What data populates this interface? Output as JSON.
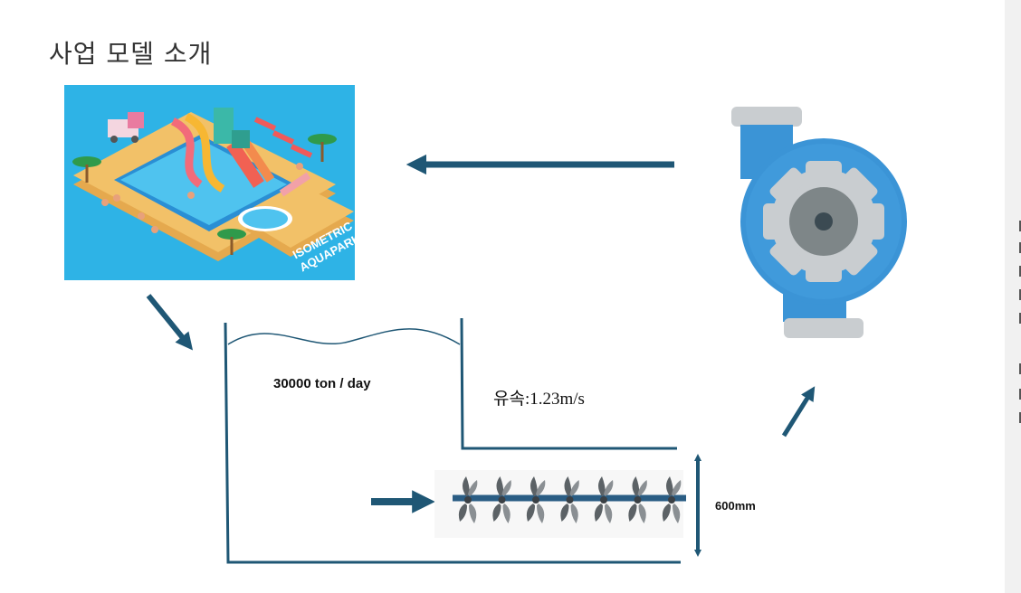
{
  "slide": {
    "title": "사업 모델 소개"
  },
  "aquapark": {
    "badge_line1": "ISOMETRIC",
    "badge_line2": "AQUAPARK"
  },
  "channel": {
    "flow_rate": "30000 ton / day",
    "velocity": "유속:1.23m/s",
    "depth": "600mm"
  },
  "colors": {
    "arrow": "#1f5775",
    "pool": "#2eb3e6",
    "sand": "#f2c168",
    "pump_body": "#3b94d6",
    "pump_gear": "#c9cdd0",
    "pump_center": "#7e8688"
  },
  "turbines": {
    "count": 7
  }
}
